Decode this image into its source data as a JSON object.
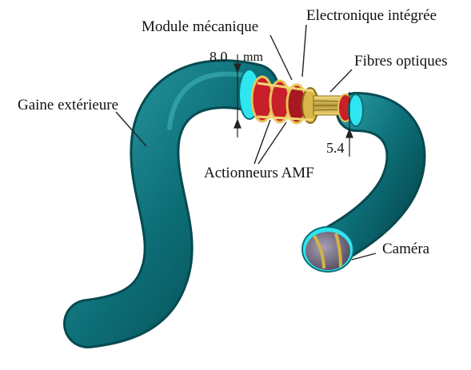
{
  "labels": {
    "module_mecanique": "Module mécanique",
    "electronique_integree": "Electronique intégrée",
    "fibres_optiques": "Fibres optiques",
    "gaine_exterieure": "Gaine extérieure",
    "actionneurs_amf": "Actionneurs AMF",
    "camera": "Caméra",
    "diameter_large": "8.0",
    "diameter_large_unit": "mm",
    "diameter_small": "5.4"
  },
  "colors": {
    "sheath": "#0d6f78",
    "sheath_dark": "#064a50",
    "ring_cyan": "#2ee6f0",
    "module_red": "#c8202a",
    "module_gold": "#e7c35a",
    "fiber_gold": "#d8c05a",
    "camera_lens": "#7d7589",
    "camera_stripe": "#d2b248"
  }
}
